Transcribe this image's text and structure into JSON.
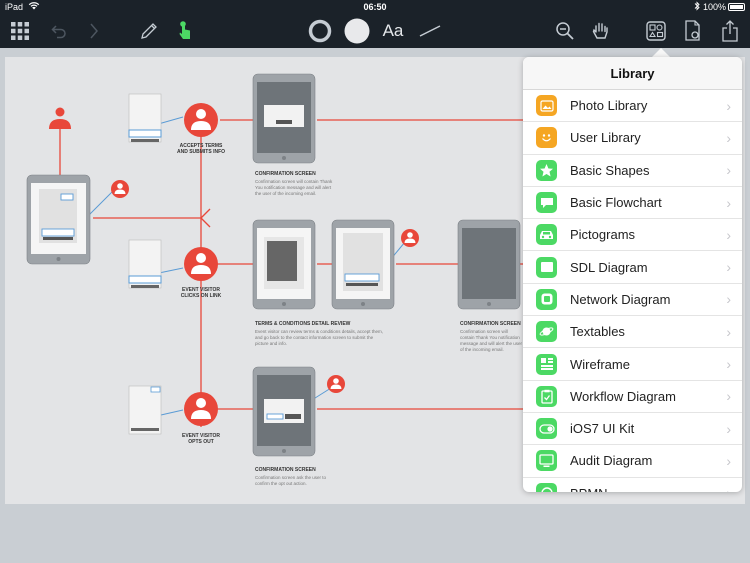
{
  "status": {
    "carrier": "iPad",
    "time": "06:50",
    "battery": "100%"
  },
  "toolbar": {
    "text_tool": "Aa"
  },
  "library": {
    "title": "Library",
    "items": [
      {
        "label": "Photo Library",
        "color": "#f5a623",
        "icon": "photo-icon"
      },
      {
        "label": "User Library",
        "color": "#f5a623",
        "icon": "smiley-icon"
      },
      {
        "label": "Basic Shapes",
        "color": "#4cd964",
        "icon": "star-icon"
      },
      {
        "label": "Basic Flowchart",
        "color": "#4cd964",
        "icon": "flowchart-icon"
      },
      {
        "label": "Pictograms",
        "color": "#4cd964",
        "icon": "car-icon"
      },
      {
        "label": "SDL Diagram",
        "color": "#4cd964",
        "icon": "sdl-icon"
      },
      {
        "label": "Network Diagram",
        "color": "#4cd964",
        "icon": "network-icon"
      },
      {
        "label": "Textables",
        "color": "#4cd964",
        "icon": "planet-icon"
      },
      {
        "label": "Wireframe",
        "color": "#4cd964",
        "icon": "wireframe-icon"
      },
      {
        "label": "Workflow Diagram",
        "color": "#4cd964",
        "icon": "clipboard-icon"
      },
      {
        "label": "iOS7 UI Kit",
        "color": "#4cd964",
        "icon": "toggle-icon"
      },
      {
        "label": "Audit Diagram",
        "color": "#4cd964",
        "icon": "monitor-icon"
      },
      {
        "label": "BPMN",
        "color": "#4cd964",
        "icon": "bpmn-icon"
      }
    ]
  },
  "diagram": {
    "accepts_label": "ACCEPTS TERMS AND SUBMITS INFO",
    "event_visitor_clicks": "EVENT VISITOR CLICKS ON LINK",
    "event_visitor_opts": "EVENT VISITOR OPTS OUT",
    "confirm1_title": "CONFIRMATION SCREEN",
    "confirm1_desc": "Confirmation screen will contain Thank You notification message and will alert the user of the incoming email.",
    "terms_title": "TERMS & CONDITIONS DETAIL REVIEW",
    "terms_desc": "Event visitor can review terms & conditions details, accept them, and go back to the contact information screen to submit the picture and info.",
    "confirm2_title": "CONFIRMATION SCREEN",
    "confirm2_desc": "Confirmation screen will contain Thank You notification message and will alert the user of the incoming email.",
    "confirm3_title": "CONFIRMATION SCREEN",
    "confirm3_desc": "Confirmation screen ask the user to confirm the opt out action."
  }
}
